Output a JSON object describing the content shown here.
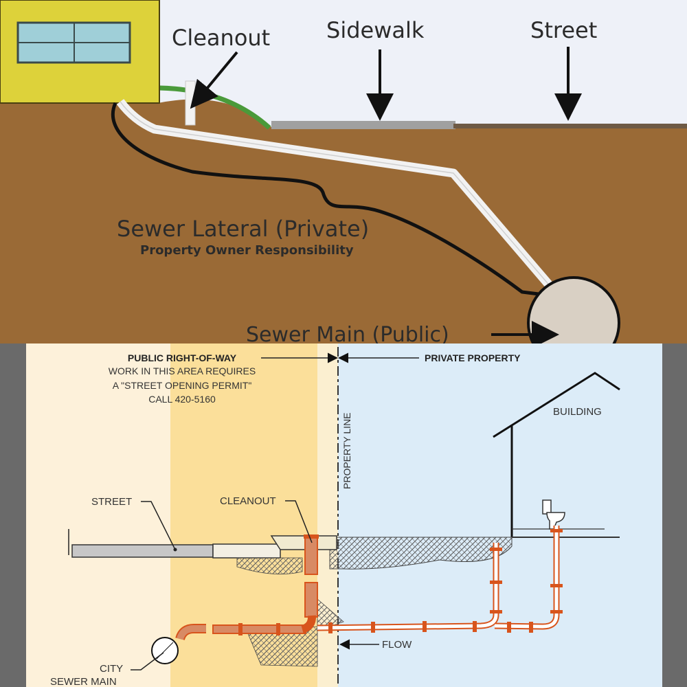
{
  "top_panel": {
    "labels": {
      "cleanout": "Cleanout",
      "sidewalk": "Sidewalk",
      "street": "Street",
      "lateral_title": "Sewer Lateral (Private)",
      "lateral_sub": "Property Owner Responsibility",
      "main": "Sewer Main (Public)"
    },
    "colors": {
      "sky": "#eef1f8",
      "soil": "#9a6a36",
      "house": "#ddd23a",
      "grass": "#4a9a3a",
      "pipe": "#f2f2f2",
      "main_pipe": "#d9d0c4"
    }
  },
  "bottom_panel": {
    "labels": {
      "public_row_title": "PUBLIC RIGHT-OF-WAY",
      "public_row_line2": "WORK IN THIS AREA REQUIRES",
      "public_row_line3": "A \"STREET OPENING PERMIT\"",
      "public_row_line4": "CALL 420-5160",
      "private_property": "PRIVATE PROPERTY",
      "property_line": "PROPERTY LINE",
      "building": "BUILDING",
      "street": "STREET",
      "cleanout": "CLEANOUT",
      "flow": "FLOW",
      "city_line1": "CITY",
      "city_line2": "SEWER MAIN"
    },
    "colors": {
      "frame": "#6a6a6a",
      "public_light": "#fdf1da",
      "public_zone": "#fbdf9a",
      "private_zone": "#dcecf8",
      "pipe": "#d8541c",
      "pipe_fill": "#d88a64"
    }
  }
}
